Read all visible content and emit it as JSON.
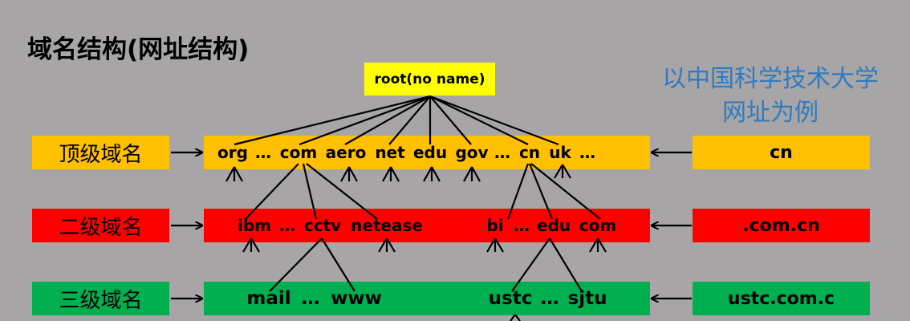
{
  "title": "域名结构(网址结构)",
  "note": {
    "line1": "以中国科学技术大学",
    "line2": "网址为例"
  },
  "root": "root(no name)",
  "levels": {
    "top": {
      "label": "顶级域名",
      "example": "cn",
      "nodes": {
        "org": "org",
        "dots1": "…",
        "com": "com",
        "aero": "aero",
        "net": "net",
        "edu": "edu",
        "gov": "gov",
        "dots2": "…",
        "cn": "cn",
        "uk": "uk",
        "dots3": "…"
      }
    },
    "second": {
      "label": "二级域名",
      "example": ".com.cn",
      "nodes": {
        "ibm": "ibm",
        "dots1": "…",
        "cctv": "cctv",
        "netease": "netease",
        "bi": "bi",
        "dots2": "…",
        "edu": "edu",
        "com": "com"
      }
    },
    "third": {
      "label": "三级域名",
      "example": "ustc.com.c",
      "nodes": {
        "mail": "mail",
        "dots1": "…",
        "www": "www",
        "ustc": "ustc",
        "dots2": "…",
        "sjtu": "sjtu"
      }
    }
  },
  "colors": {
    "background": "#a7a5a5",
    "top": "#ffc000",
    "second": "#ff0000",
    "third": "#00b050",
    "root": "#ffff00",
    "note": "#2e7bc4"
  }
}
